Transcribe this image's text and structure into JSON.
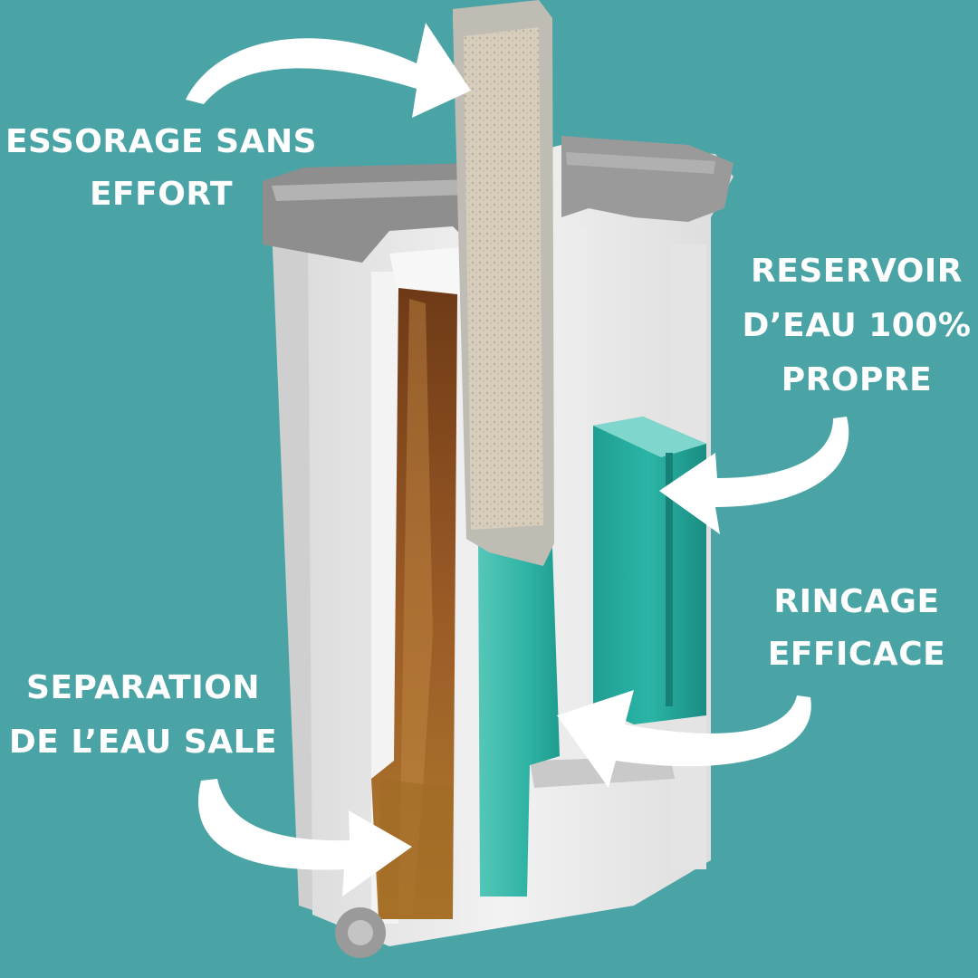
{
  "labels": {
    "essorage": {
      "line1": "ESSORAGE SANS",
      "line2": "EFFORT"
    },
    "reservoir": {
      "line1": "RESERVOIR",
      "line2": "D’EAU 100%",
      "line3": "PROPRE"
    },
    "rincage": {
      "line1": "RINCAGE",
      "line2": "EFFICACE"
    },
    "separation": {
      "line1": "SEPARATION",
      "line2": "DE L’EAU SALE"
    }
  },
  "colors": {
    "background": "#4aa3a4",
    "bucket_body": "#e9e9e9",
    "bucket_rim": "#8a8a8a",
    "clean_water": "#2fb3a4",
    "dirty_water": "#8a4f1f",
    "mop_pad": "#d8d1c4",
    "arrow": "#ffffff"
  }
}
